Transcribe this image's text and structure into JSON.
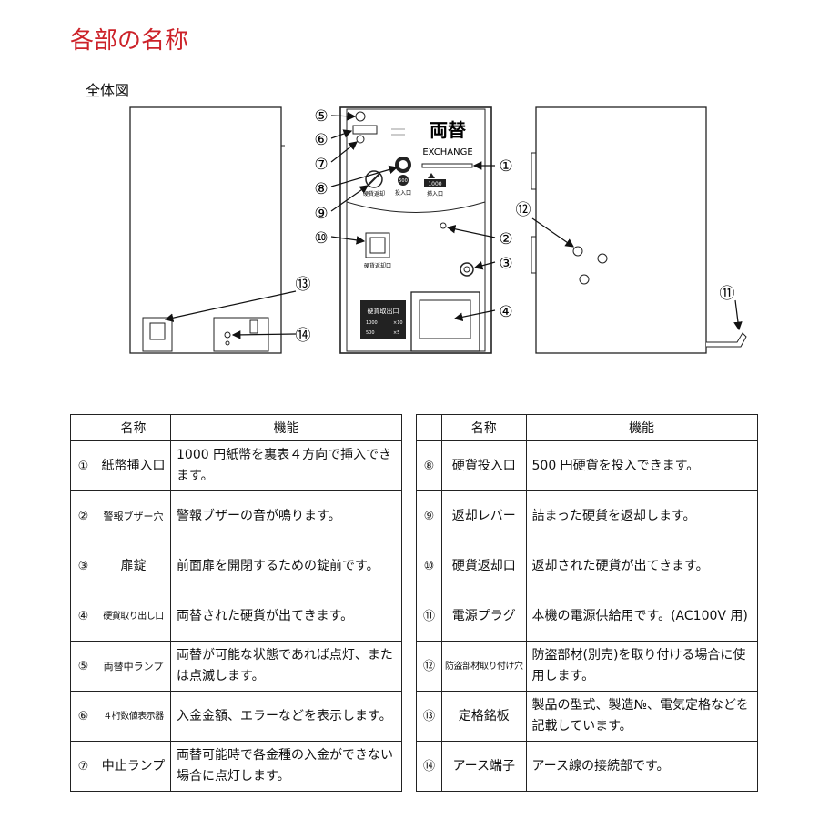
{
  "header": {
    "title": "各部の名称",
    "subtitle": "全体図"
  },
  "front_panel": {
    "brand_title": "両替",
    "brand_subtitle": "EXCHANGE",
    "coin_badge": "500",
    "coin_inlet_label": "投入口",
    "bill_badge": "1000",
    "bill_inlet_label": "挿入口",
    "return_lever_label": "硬貨返却",
    "coin_return_label": "硬貨返却口",
    "outlet_box_title": "硬貨取出口",
    "outlet_rule_1_from": "1000",
    "outlet_rule_1_to": "×10",
    "outlet_rule_2_from": "500",
    "outlet_rule_2_to": "×5"
  },
  "callouts": [
    "①",
    "②",
    "③",
    "④",
    "⑤",
    "⑥",
    "⑦",
    "⑧",
    "⑨",
    "⑩",
    "⑪",
    "⑫",
    "⑬",
    "⑭"
  ],
  "table": {
    "headers": {
      "name": "名称",
      "function": "機能"
    },
    "left_rows": [
      {
        "num": "①",
        "name": "紙幣挿入口",
        "desc": "1000 円紙幣を裏表４方向で挿入できます。"
      },
      {
        "num": "②",
        "name": "警報ブザー穴",
        "desc": "警報ブザーの音が鳴ります。"
      },
      {
        "num": "③",
        "name": "扉錠",
        "desc": "前面扉を開閉するための錠前です。"
      },
      {
        "num": "④",
        "name": "硬貨取り出し口",
        "desc": "両替された硬貨が出てきます。"
      },
      {
        "num": "⑤",
        "name": "両替中ランプ",
        "desc": "両替が可能な状態であれば点灯、または点滅します。"
      },
      {
        "num": "⑥",
        "name": "４桁数値表示器",
        "desc": "入金金額、エラーなどを表示します。"
      },
      {
        "num": "⑦",
        "name": "中止ランプ",
        "desc": "両替可能時で各金種の入金ができない場合に点灯します。"
      }
    ],
    "right_rows": [
      {
        "num": "⑧",
        "name": "硬貨投入口",
        "desc": "500 円硬貨を投入できます。"
      },
      {
        "num": "⑨",
        "name": "返却レバー",
        "desc": "詰まった硬貨を返却します。"
      },
      {
        "num": "⑩",
        "name": "硬貨返却口",
        "desc": "返却された硬貨が出てきます。"
      },
      {
        "num": "⑪",
        "name": "電源プラグ",
        "desc": "本機の電源供給用です。(AC100V 用)"
      },
      {
        "num": "⑫",
        "name": "防盗部材取り付け穴",
        "desc": "防盗部材(別売)を取り付ける場合に使用します。"
      },
      {
        "num": "⑬",
        "name": "定格銘板",
        "desc": "製品の型式、製造№、電気定格などを記載しています。"
      },
      {
        "num": "⑭",
        "name": "アース端子",
        "desc": "アース線の接続部です。"
      }
    ]
  }
}
